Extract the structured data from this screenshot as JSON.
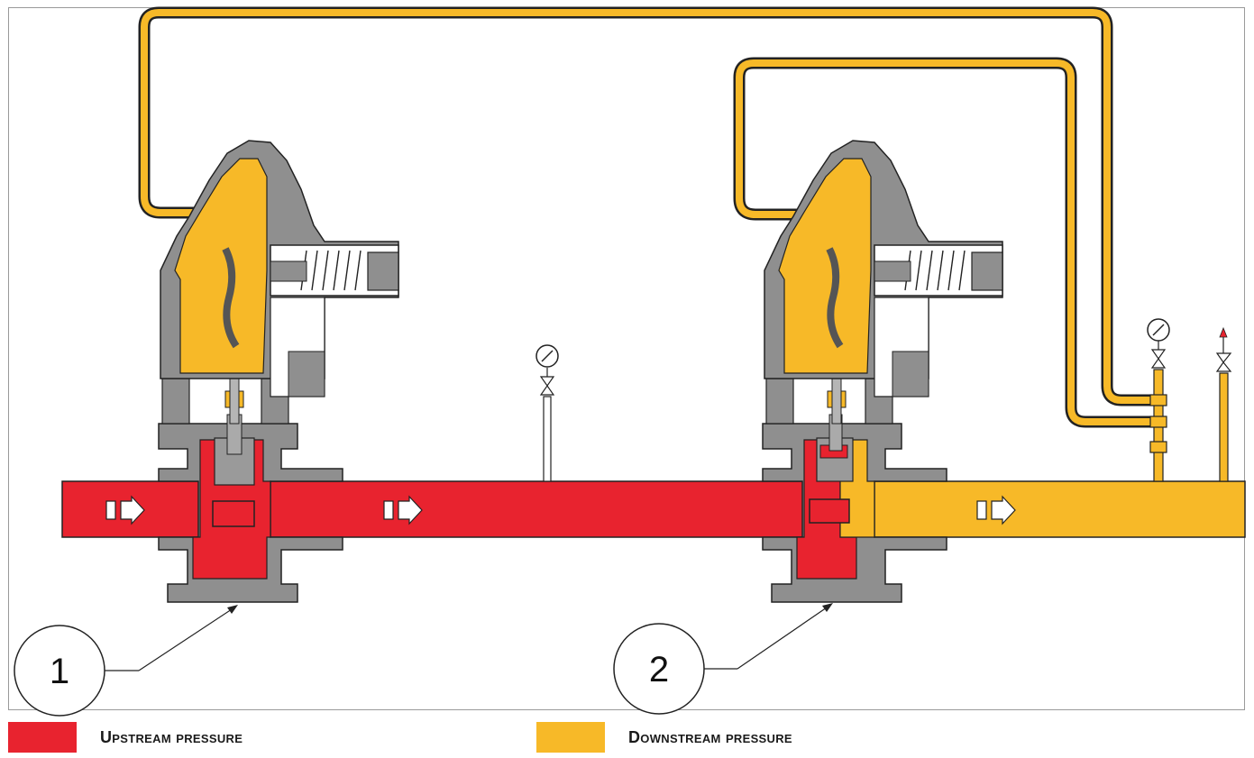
{
  "colors": {
    "upstream": "#e8232f",
    "downstream": "#f7b928",
    "body_gray": "#8f8f8f",
    "outline": "#222222"
  },
  "callouts": [
    {
      "label": "1"
    },
    {
      "label": "2"
    }
  ],
  "legend": {
    "upstream_label": "Upstream pressure",
    "downstream_label": "Downstream pressure"
  }
}
